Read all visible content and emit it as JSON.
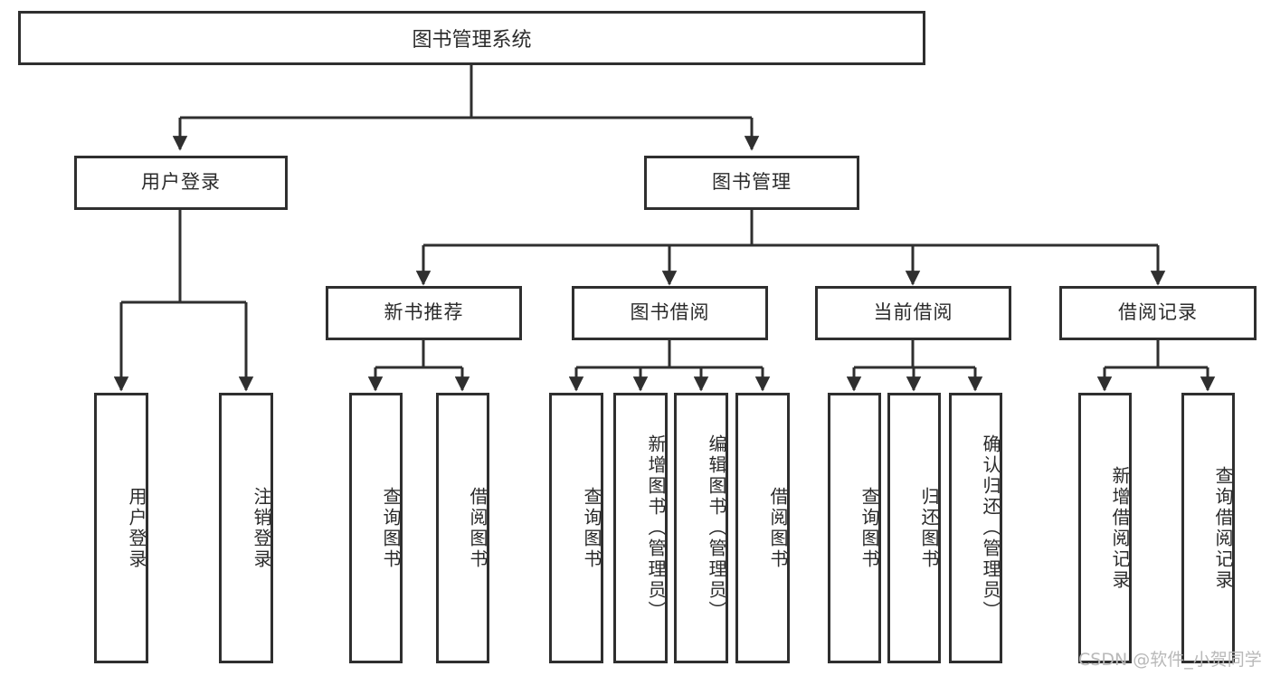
{
  "diagram": {
    "title": "图书管理系统",
    "type": "hierarchy-tree",
    "root": {
      "id": "root",
      "label": "图书管理系统"
    },
    "level2": [
      {
        "id": "user-login",
        "label": "用户登录"
      },
      {
        "id": "book-manage",
        "label": "图书管理"
      }
    ],
    "level3": [
      {
        "id": "new-book-rec",
        "label": "新书推荐",
        "parent": "book-manage"
      },
      {
        "id": "book-borrow",
        "label": "图书借阅",
        "parent": "book-manage"
      },
      {
        "id": "current-borrow",
        "label": "当前借阅",
        "parent": "book-manage"
      },
      {
        "id": "borrow-record",
        "label": "借阅记录",
        "parent": "book-manage"
      }
    ],
    "leaves": [
      {
        "id": "leaf-user-login",
        "label": "用户登录",
        "parent": "user-login"
      },
      {
        "id": "leaf-logout",
        "label": "注销登录",
        "parent": "user-login"
      },
      {
        "id": "leaf-query-book-1",
        "label": "查询图书",
        "parent": "new-book-rec"
      },
      {
        "id": "leaf-borrow-book-1",
        "label": "借阅图书",
        "parent": "new-book-rec"
      },
      {
        "id": "leaf-query-book-2",
        "label": "查询图书",
        "parent": "book-borrow"
      },
      {
        "id": "leaf-add-book",
        "label": "新增图书（管理员）",
        "parent": "book-borrow"
      },
      {
        "id": "leaf-edit-book",
        "label": "编辑图书（管理员）",
        "parent": "book-borrow"
      },
      {
        "id": "leaf-borrow-book-2",
        "label": "借阅图书",
        "parent": "book-borrow"
      },
      {
        "id": "leaf-query-book-3",
        "label": "查询图书",
        "parent": "current-borrow"
      },
      {
        "id": "leaf-return-book",
        "label": "归还图书",
        "parent": "current-borrow"
      },
      {
        "id": "leaf-confirm-return",
        "label": "确认归还（管理员）",
        "parent": "current-borrow"
      },
      {
        "id": "leaf-add-record",
        "label": "新增借阅记录",
        "parent": "borrow-record"
      },
      {
        "id": "leaf-query-record",
        "label": "查询借阅记录",
        "parent": "borrow-record"
      }
    ],
    "colors": {
      "stroke": "#2f2f2f",
      "fill": "#ffffff",
      "text": "#2b2b2b",
      "watermark": "#b9b9b9"
    }
  },
  "watermark": {
    "text": "CSDN @软件_小贺同学"
  }
}
